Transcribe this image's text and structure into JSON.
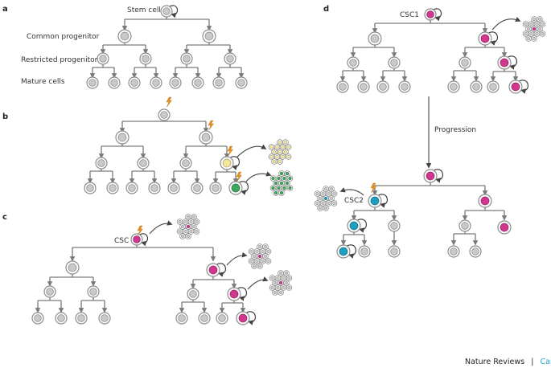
{
  "panels": {
    "a": "a",
    "b": "b",
    "c": "c",
    "d": "d"
  },
  "labels": {
    "stem_cell": "Stem cell",
    "common_progenitor": "Common progenitor",
    "restricted_progenitor": "Restricted progenitor",
    "mature_cells": "Mature cells",
    "csc": "CSC",
    "csc1": "CSC1",
    "csc2": "CSC2",
    "progression": "Progression"
  },
  "footer": {
    "journal": "Nature Reviews",
    "separator": "|",
    "section": "Cancer"
  },
  "colors": {
    "normal_cell": "#c9c9c9",
    "cancer_stem_cell": "#d2378f",
    "yellow_cell": "#f3e79a",
    "green_cell": "#3ea65a",
    "blue_cell": "#1f9fbf",
    "lightning": "#e8921e",
    "accent": "#1e9fd3"
  }
}
